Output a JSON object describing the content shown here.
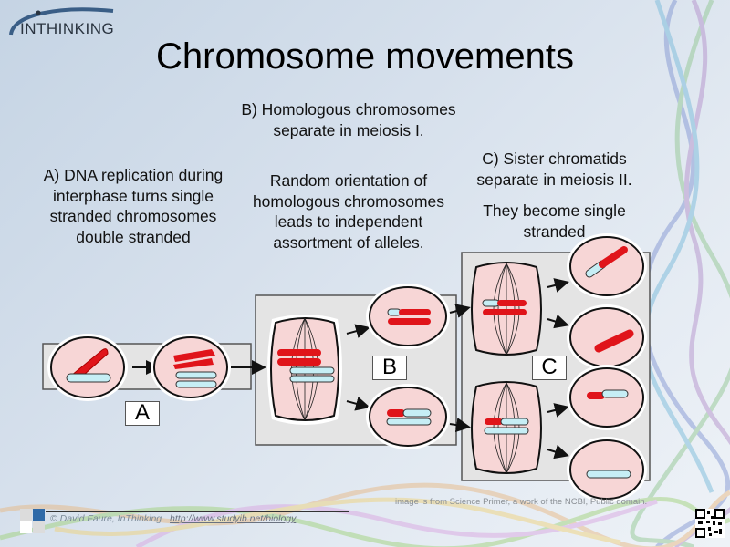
{
  "logo": {
    "text": "INTHINKING"
  },
  "title": "Chromosome movements",
  "panels": {
    "A": {
      "label": "A",
      "text": "A) DNA replication during interphase turns single stranded chromosomes double stranded"
    },
    "B": {
      "label": "B",
      "text1": "B) Homologous chromosomes separate in meiosis I.",
      "text2": "Random orientation of homologous chromosomes leads to independent assortment of alleles."
    },
    "C": {
      "label": "C",
      "text1": "C) Sister chromatids separate in meiosis II.",
      "text2": "They become single stranded"
    }
  },
  "colors": {
    "cell_fill": "#f7d6d6",
    "chromosome_red": "#e0141a",
    "chromosome_blue": "#c6eef5",
    "box_fill": "#e4e4e4"
  },
  "footer": {
    "author": "© David Faure, InThinking",
    "link": "http://www.studyib.net/biology",
    "credit": "image is from Science Primer, a work of the NCBI, Public domain."
  }
}
